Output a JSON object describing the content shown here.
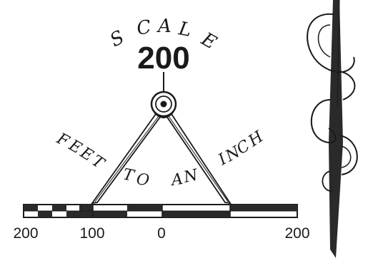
{
  "scale_title": {
    "letters": [
      "S",
      "C",
      "A",
      "L",
      "E"
    ],
    "value": "200"
  },
  "caption": {
    "left_words": [
      "F",
      "E",
      "E",
      "T"
    ],
    "middle_words": [
      "T",
      "O"
    ],
    "middle_words_2": [
      "A",
      "N"
    ],
    "right_words": [
      "I",
      "N",
      "C",
      "H"
    ]
  },
  "bar_scale": {
    "unit": "feet",
    "labels": [
      "200",
      "100",
      "0",
      "200"
    ]
  },
  "colors": {
    "ink": "#1a1a1a",
    "paper": "#ffffff",
    "bar_dark": "#2a2a2a",
    "bar_light": "#ffffff"
  },
  "icons": {
    "divider": "compass-divider-icon",
    "ribbon": "ribbon-scroll-icon"
  }
}
